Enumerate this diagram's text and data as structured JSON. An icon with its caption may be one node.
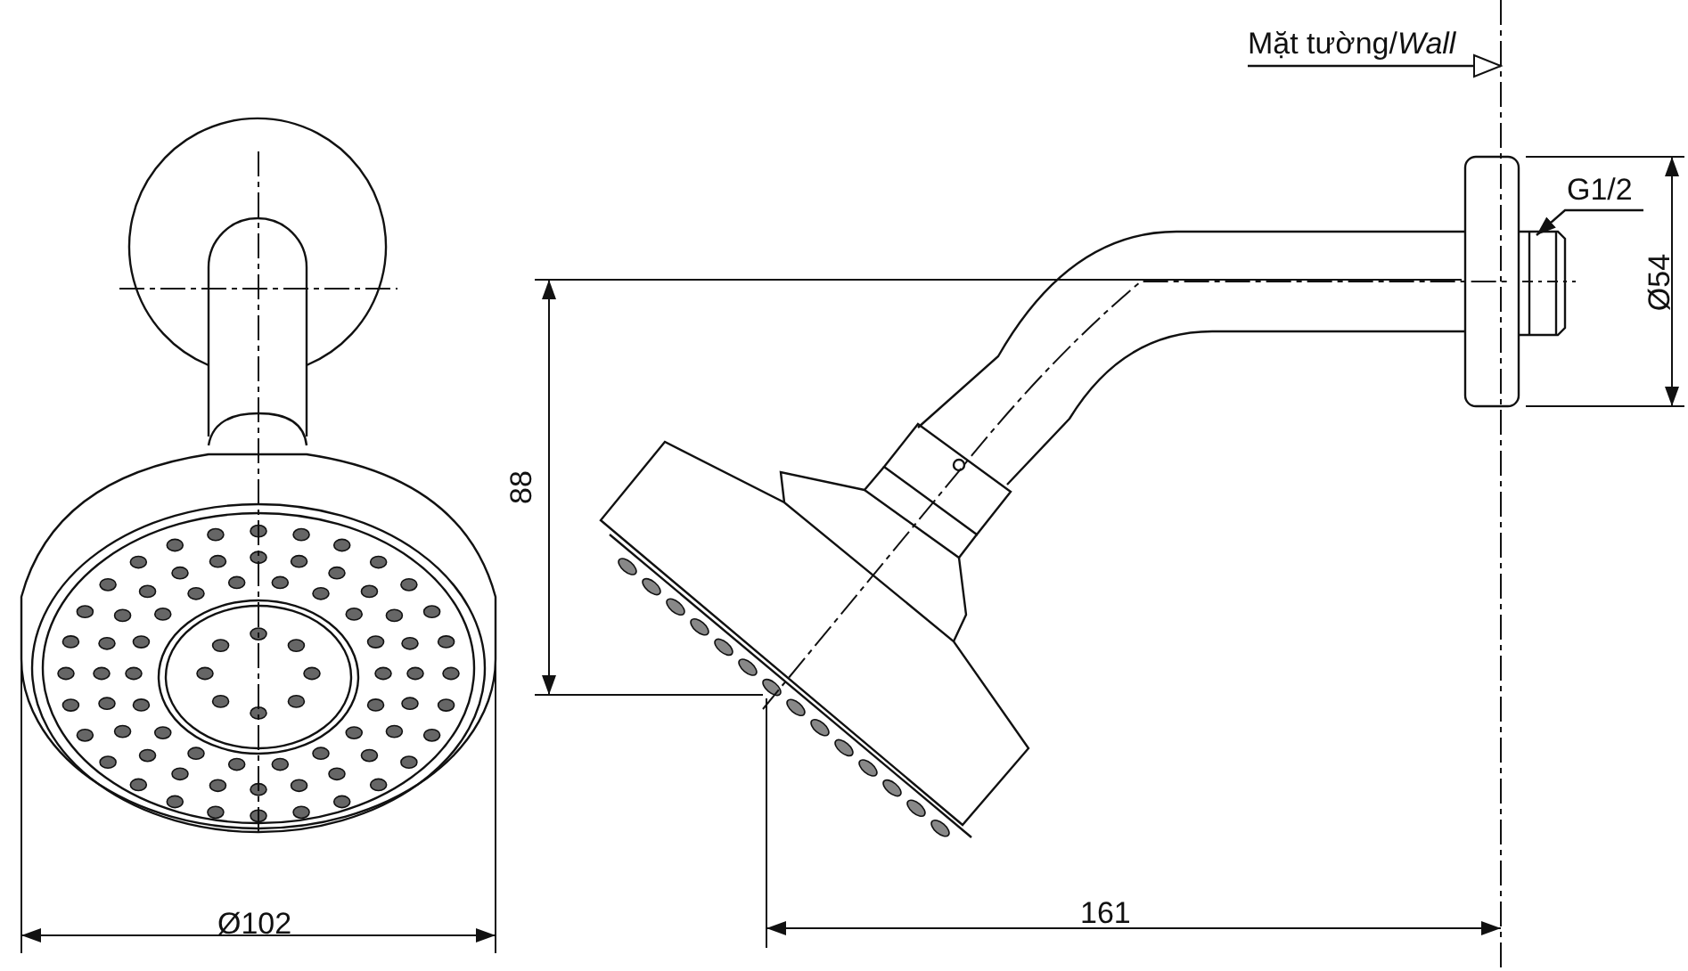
{
  "diagram": {
    "nodes": [
      {
        "text": [
          "Mặt tường/*Wall*"
        ]
      },
      {
        "text": [
          "G1/2"
        ]
      },
      {
        "text": [],
        "shape": "picture"
      }
    ],
    "edges": [
      {
        "from": 0,
        "to": null,
        "arrow": "to"
      },
      {
        "from": 1,
        "to": 2,
        "arrow": "to"
      }
    ],
    "labels": [
      "Ø54",
      "88",
      "Ø102",
      "161"
    ]
  }
}
